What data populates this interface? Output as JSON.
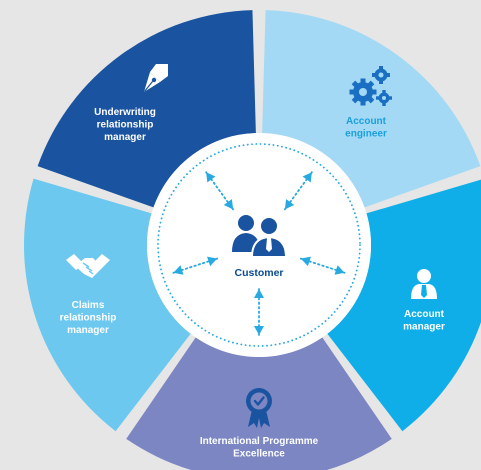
{
  "center": {
    "label": "Customer",
    "icon": "customer-group-icon"
  },
  "segments": [
    {
      "id": "underwriting",
      "lines": [
        "Underwriting",
        "relationship",
        "manager"
      ],
      "icon": "pen-nib-icon",
      "color": "#1a53a0",
      "text_color": "#ffffff"
    },
    {
      "id": "account-engineer",
      "lines": [
        "Account",
        "engineer"
      ],
      "icon": "gears-icon",
      "color": "#a3d9f4",
      "text_color": "#1aa0dc"
    },
    {
      "id": "account-manager",
      "lines": [
        "Account",
        "manager"
      ],
      "icon": "manager-person-icon",
      "color": "#10aee8",
      "text_color": "#ffffff"
    },
    {
      "id": "international",
      "lines": [
        "International Programme",
        "Excellence"
      ],
      "icon": "award-ribbon-icon",
      "color": "#7b86c3",
      "text_color": "#ffffff"
    },
    {
      "id": "claims",
      "lines": [
        "Claims",
        "relationship",
        "manager"
      ],
      "icon": "handshake-icon",
      "color": "#6cc8ef",
      "text_color": "#ffffff"
    }
  ],
  "colors": {
    "center_fill": "#ffffff",
    "dots": "#27a9e1",
    "arrows": "#27a9e1",
    "icon_dark": "#1a53a0"
  }
}
